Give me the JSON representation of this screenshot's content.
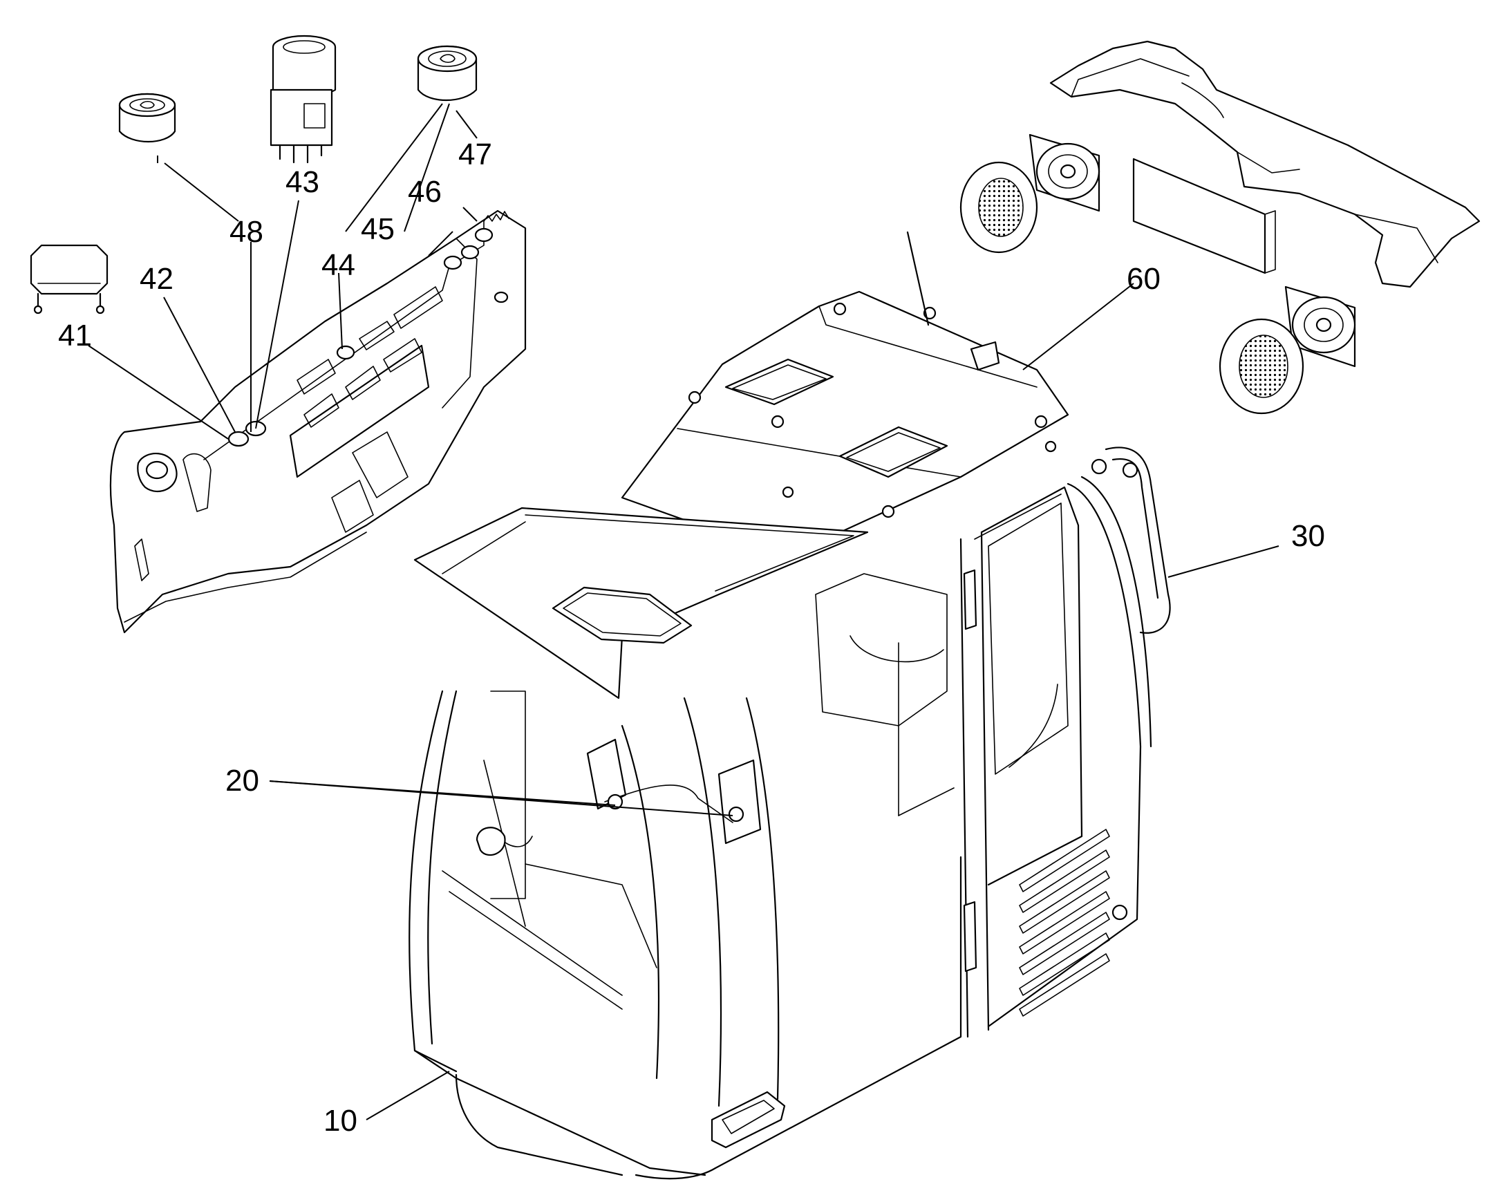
{
  "diagram": {
    "callouts": [
      {
        "id": "10",
        "label": "10"
      },
      {
        "id": "20",
        "label": "20"
      },
      {
        "id": "30",
        "label": "30"
      },
      {
        "id": "41",
        "label": "41"
      },
      {
        "id": "42",
        "label": "42"
      },
      {
        "id": "43",
        "label": "43"
      },
      {
        "id": "44",
        "label": "44"
      },
      {
        "id": "45",
        "label": "45"
      },
      {
        "id": "46",
        "label": "46"
      },
      {
        "id": "47",
        "label": "47"
      },
      {
        "id": "48",
        "label": "48"
      },
      {
        "id": "60",
        "label": "60"
      }
    ]
  }
}
